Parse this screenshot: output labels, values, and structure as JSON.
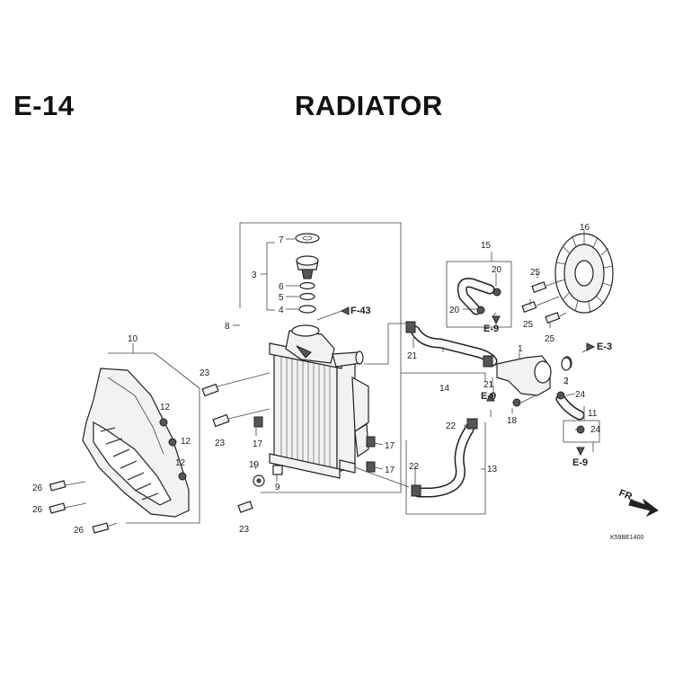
{
  "header": {
    "code": "E-14",
    "title": "RADIATOR"
  },
  "refs": {
    "f43": "F-43",
    "e9": "E-9",
    "e3": "E-3",
    "fr": "FR."
  },
  "catalog_code": "K59BE1400",
  "callouts": [
    "1",
    "2",
    "3",
    "4",
    "5",
    "6",
    "7",
    "8",
    "9",
    "10",
    "11",
    "12",
    "13",
    "14",
    "15",
    "16",
    "17",
    "18",
    "19",
    "20",
    "21",
    "22",
    "23",
    "24",
    "25",
    "26"
  ]
}
